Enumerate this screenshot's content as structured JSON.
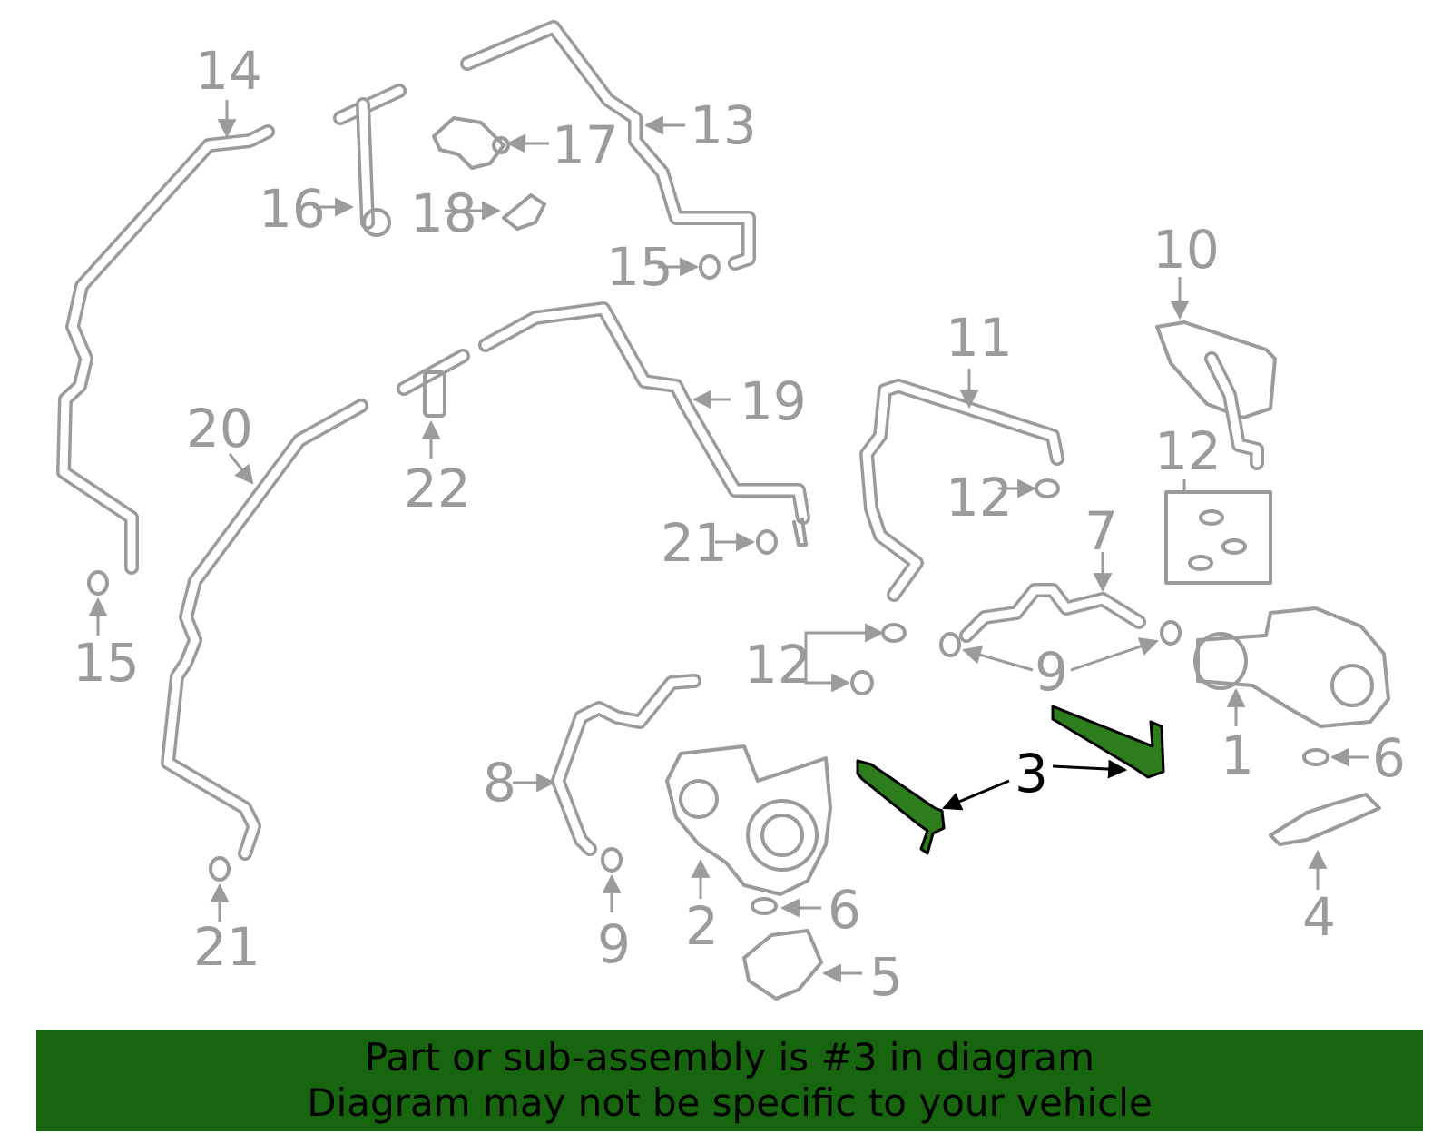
{
  "labels": {
    "l1": "1",
    "l2": "2",
    "l3": "3",
    "l4": "4",
    "l5": "5",
    "l6": "6",
    "l7": "7",
    "l8": "8",
    "l9": "9",
    "l10": "10",
    "l11": "11",
    "l12": "12",
    "l13": "13",
    "l14": "14",
    "l15": "15",
    "l16": "16",
    "l17": "17",
    "l18": "18",
    "l19": "19",
    "l20": "20",
    "l21": "21",
    "l22": "22"
  },
  "highlight": {
    "part_number": "3",
    "color": "#2e7d1c"
  },
  "banner": {
    "line1": "Part or sub-assembly is #3 in diagram",
    "line2": "Diagram may not be specific to your vehicle",
    "background": "#17660f"
  },
  "colors": {
    "line_art": "#9b9b9b",
    "highlight_outline": "#000000"
  }
}
